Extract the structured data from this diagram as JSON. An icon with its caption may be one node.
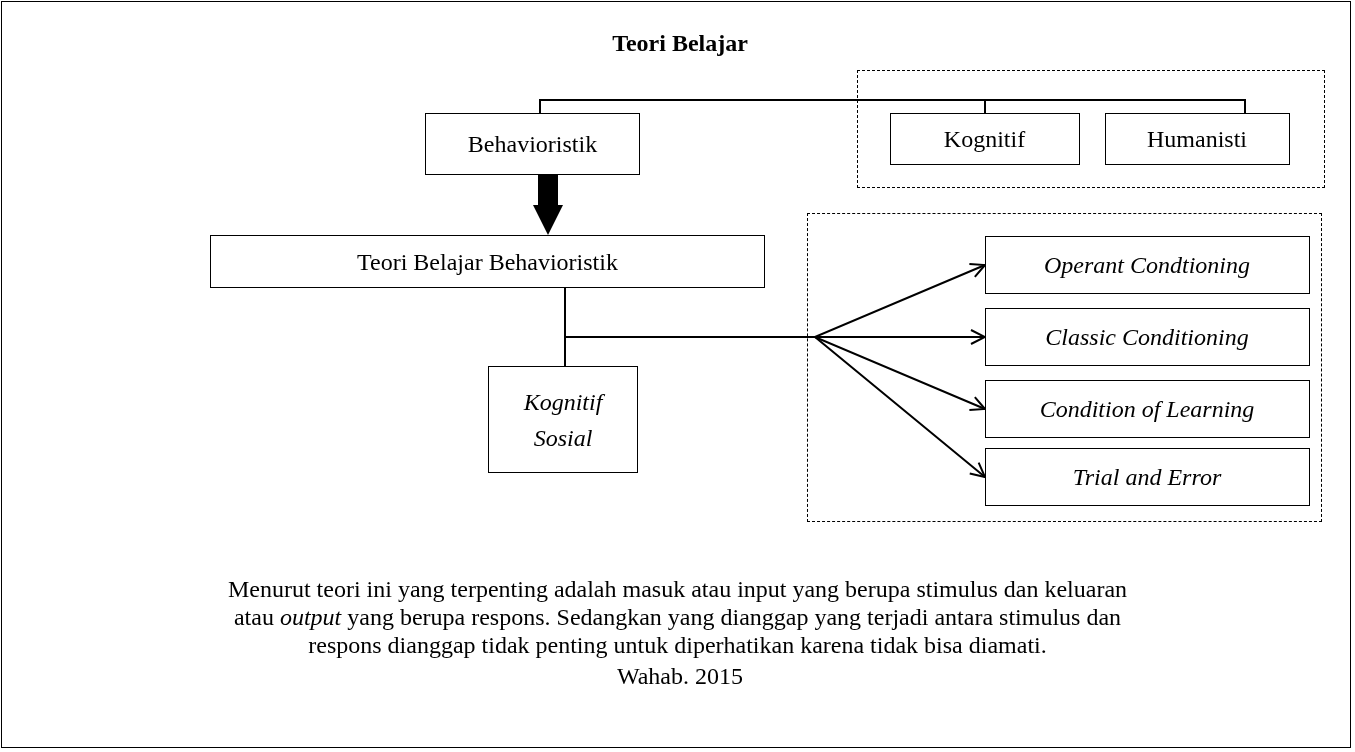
{
  "diagram": {
    "title": "Teori Belajar",
    "nodes": [
      {
        "text": [
          "Behavioristik"
        ]
      },
      {
        "text": [],
        "shape": "box"
      },
      {
        "text": [
          "Kognitif"
        ],
        "in": 1
      },
      {
        "text": [
          "Humanisti"
        ],
        "in": 1
      },
      {
        "text": [
          "Teori Belajar Behavioristik"
        ]
      },
      {
        "text": [
          "*Kognitif Sosial*"
        ]
      },
      {
        "text": [],
        "shape": "box"
      },
      {
        "text": [
          "*Operant Condtioning*"
        ],
        "in": 6
      },
      {
        "text": [
          "*Classic Conditioning*"
        ],
        "in": 6
      },
      {
        "text": [
          "*Condition of Learning*"
        ],
        "in": 6
      },
      {
        "text": [
          "*Trial and Error*"
        ],
        "in": 6
      }
    ],
    "edges": [
      {
        "from": 0,
        "to": 2,
        "arrow": "none"
      },
      {
        "from": 0,
        "to": 3,
        "arrow": "none"
      },
      {
        "from": 0,
        "to": 4,
        "arrow": "to",
        "style": "thick"
      },
      {
        "from": 4,
        "to": 5,
        "arrow": "none"
      },
      {
        "from": 4,
        "to": 7,
        "arrow": "to"
      },
      {
        "from": 4,
        "to": 8,
        "arrow": "to"
      },
      {
        "from": 4,
        "to": 9,
        "arrow": "to"
      },
      {
        "from": 4,
        "to": 10,
        "arrow": "to"
      }
    ],
    "caption": "Menurut teori ini yang terpenting adalah masuk atau input yang berupa stimulus dan keluaran atau *output* yang berupa respons. Sedangkan yang dianggap yang terjadi antara stimulus dan respons dianggap tidak penting untuk diperhatikan karena tidak bisa diamati.",
    "labels": [
      "Wahab. 2015"
    ]
  }
}
